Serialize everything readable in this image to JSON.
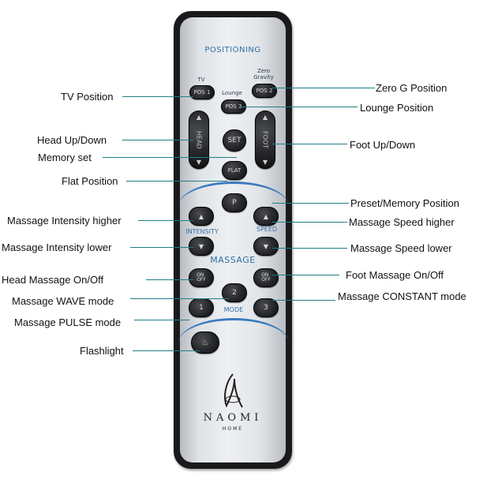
{
  "remote": {
    "section_title": "POSITIONING",
    "tv_label": "TV",
    "zero_gravity_label_1": "Zero",
    "zero_gravity_label_2": "Gravity",
    "lounge_label": "Lounge",
    "pos1": "POS 1",
    "pos2": "POS 2",
    "pos3": "POS 3",
    "head_word": "HEAD",
    "foot_word": "FOOT",
    "set": "SET",
    "flat": "FLAT",
    "preset": "P",
    "intensity_label": "INTENSITY",
    "speed_label": "SPEED",
    "massage_label": "MASSAGE",
    "on_off": "ON\nOFF",
    "mode_label": "MODE",
    "btn_1": "1",
    "btn_2": "2",
    "btn_3": "3",
    "brand": "NAOMI",
    "brand_sub": "HOME"
  },
  "callouts": {
    "tv_position": "TV Position",
    "zero_g_position": "Zero G Position",
    "lounge_position": "Lounge Position",
    "head_up_down": "Head Up/Down",
    "memory_set": "Memory set",
    "foot_up_down": "Foot Up/Down",
    "flat_position": "Flat Position",
    "preset_memory": "Preset/Memory Position",
    "intensity_higher": "Massage Intensity higher",
    "speed_higher": "Massage Speed higher",
    "intensity_lower": "Massage Intensity lower",
    "speed_lower": "Massage Speed lower",
    "head_massage": "Head Massage On/Off",
    "foot_massage": "Foot Massage On/Off",
    "wave_mode": "Massage WAVE mode",
    "constant_mode": "Massage CONSTANT mode",
    "pulse_mode": "Massage PULSE mode",
    "flashlight": "Flashlight"
  },
  "colors": {
    "accent": "#2f6fa8",
    "callout_line": "#1f7f86",
    "remote_body": "#1a1a1c"
  }
}
